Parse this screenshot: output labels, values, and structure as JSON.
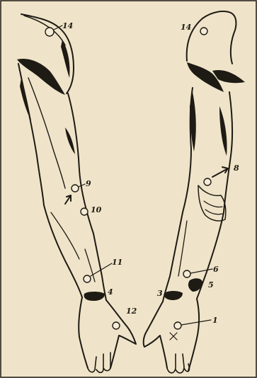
{
  "figure": {
    "colors": {
      "paper": "#efe4c9",
      "ink": "#1e1a14",
      "point_fill": "#f4ecd6"
    },
    "left_arm": {
      "labels": {
        "p14": "14",
        "p9": "9",
        "p10": "10",
        "p11": "11",
        "p4": "4",
        "p12": "12"
      }
    },
    "right_arm": {
      "labels": {
        "p14": "14",
        "p8": "8",
        "p6": "6",
        "p5": "5",
        "p3": "3",
        "p1": "1"
      }
    }
  }
}
